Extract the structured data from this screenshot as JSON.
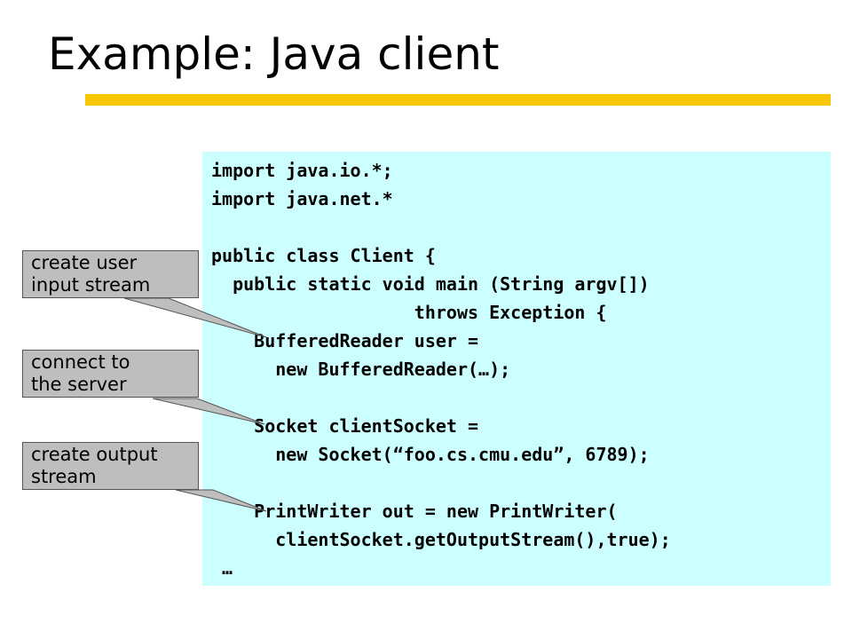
{
  "slide": {
    "title": "Example: Java client"
  },
  "colors": {
    "accent_bar": "#F7C600",
    "code_background": "#CCFFFF",
    "callout_background": "#BEBEBE",
    "callout_border": "#555555"
  },
  "code": {
    "lines": [
      "import java.io.*;",
      "import java.net.*",
      "",
      "public class Client {",
      "  public static void main (String argv[])",
      "                   throws Exception {",
      "    BufferedReader user =",
      "      new BufferedReader(…);",
      "",
      "    Socket clientSocket =",
      "      new Socket(“foo.cs.cmu.edu”, 6789);",
      "",
      "    PrintWriter out = new PrintWriter(",
      "      clientSocket.getOutputStream(),true);",
      " …"
    ]
  },
  "callouts": [
    {
      "line1": "create user",
      "line2": "input stream"
    },
    {
      "line1": "connect to",
      "line2": "the server"
    },
    {
      "line1": "create output",
      "line2": "stream"
    }
  ]
}
